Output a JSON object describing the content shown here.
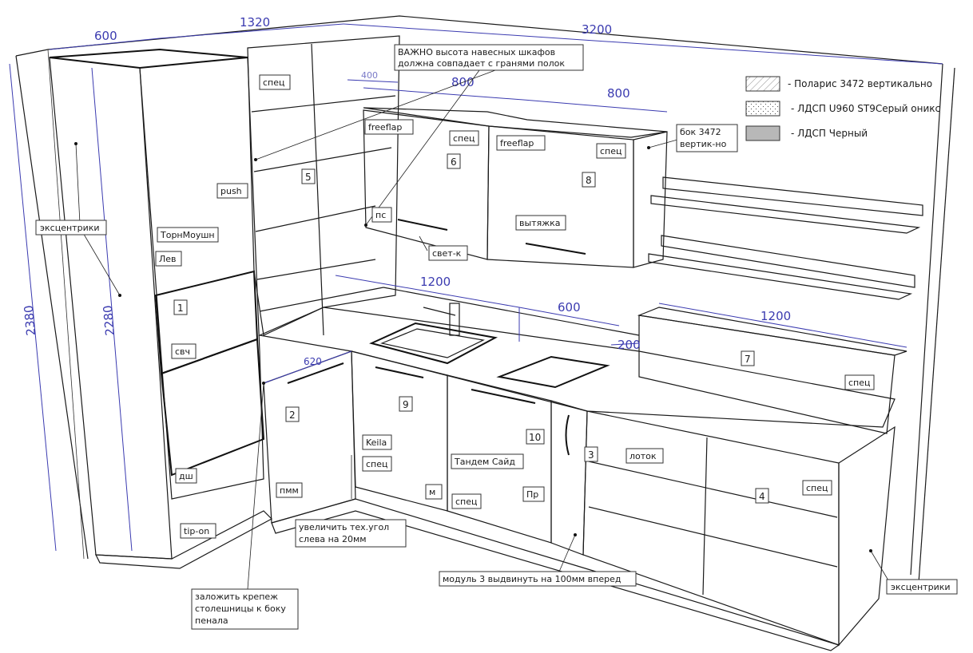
{
  "legend": {
    "items": [
      {
        "swatch": "hatch",
        "label": "- Поларис 3472 вертикально"
      },
      {
        "swatch": "dots",
        "label": "- ЛДСП U960 ST9Серый оникс"
      },
      {
        "swatch": "gray",
        "label": "- ЛДСП Черный",
        "color": "#b8b8b8"
      }
    ]
  },
  "dimensions": {
    "d600_top": "600",
    "d1320": "1320",
    "d3200": "3200",
    "d400": "400",
    "d800_a": "800",
    "d800_b": "800",
    "d2380": "2380",
    "d2280": "2280",
    "d1200_mid": "1200",
    "d600_mid": "600",
    "d200": "200",
    "d620": "620",
    "d1200_right": "1200"
  },
  "notes": {
    "important_line1": "ВАЖНО высота навесных шкафов",
    "important_line2": "должна совпадает с гранями полок",
    "side_panel_line1": "бок 3472",
    "side_panel_line2": "вертик-но",
    "corner_line1": "увеличить тех.угол",
    "corner_line2": "слева на 20мм",
    "countertop_line1": "заложить крепеж",
    "countertop_line2": "столешницы к боку",
    "countertop_line3": "пенала",
    "module3": "модуль 3 выдвинуть на 100мм вперед",
    "eccentric_left": "эксцентрики",
    "eccentric_right": "эксцентрики"
  },
  "tags": {
    "spec_shelf": "спец",
    "push": "push",
    "tornmoushn": "ТорнМоушн",
    "lev": "Лев",
    "svch": "свч",
    "dsh": "дш",
    "tip_on": "tip-on",
    "pmm": "пмм",
    "freeflap_1": "freeflap",
    "spec_6": "спец",
    "freeflap_2": "freeflap",
    "spec_8": "спец",
    "ps": "пс",
    "svet_k": "свет-к",
    "vytyazhka": "вытяжка",
    "keila": "Keila",
    "spec_9": "спец",
    "m": "м",
    "tandem": "Тандем Сайд",
    "spec_10": "спец",
    "pr": "Пр",
    "lotok": "лоток",
    "spec_4": "спец",
    "spec_7": "спец"
  },
  "modules": {
    "m1": "1",
    "m2": "2",
    "m3": "3",
    "m4": "4",
    "m5": "5",
    "m6": "6",
    "m7": "7",
    "m8": "8",
    "m9": "9",
    "m10": "10"
  }
}
